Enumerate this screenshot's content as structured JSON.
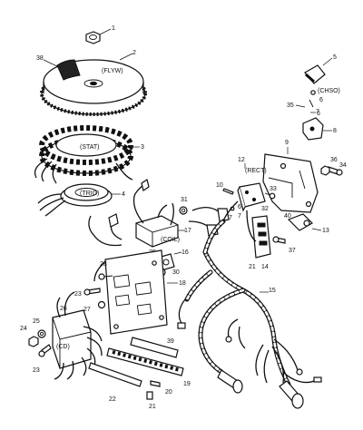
{
  "labels": {
    "flyw": "(FLYW)",
    "stat": "(STAT)",
    "trig": "(TRIG)",
    "coil": "(COIL)",
    "rect": "(RECT)",
    "chso": "(CHSO)",
    "cd": "(CD)"
  },
  "callouts": {
    "c1": "1",
    "c2": "2",
    "c3": "3",
    "c4": "4",
    "c5": "5",
    "c6a": "6",
    "c6b": "6",
    "c6c": "6",
    "c7a": "7",
    "c7b": "7",
    "c7c": "7",
    "c8": "8",
    "c9": "9",
    "c10": "10",
    "c12": "12",
    "c13": "13",
    "c14": "14",
    "c15": "15",
    "c16": "16",
    "c17": "17",
    "c18": "18",
    "c19": "19",
    "c20": "20",
    "c21a": "21",
    "c21b": "21",
    "c22": "22",
    "c23a": "23",
    "c23b": "23",
    "c24": "24",
    "c25": "25",
    "c26": "26",
    "c27": "27",
    "c28": "28",
    "c29": "29",
    "c30": "30",
    "c31": "31",
    "c32": "32",
    "c33": "33",
    "c34": "34",
    "c35": "35",
    "c36": "36",
    "c37": "37",
    "c38": "38",
    "c39": "39",
    "c40": "40"
  }
}
